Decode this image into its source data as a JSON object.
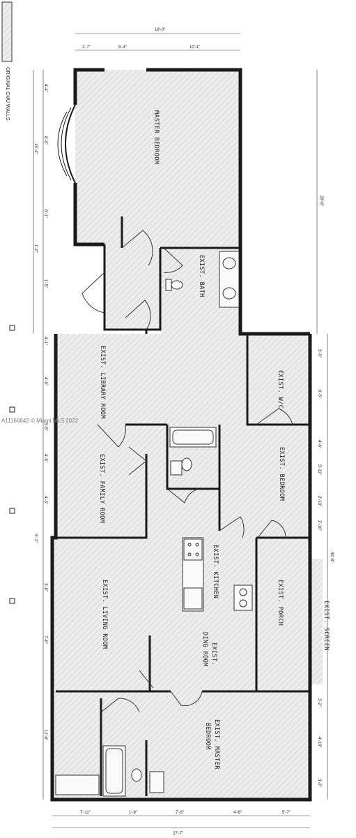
{
  "legend": {
    "text": "ORIGINAL CMU WALLS"
  },
  "watermark": "A11166842 © Miami MLS 2022",
  "rooms": {
    "master_bedroom": "MASTER BEDROOM",
    "exist_bath": "EXIST. BATH",
    "library": "EXIST. LIBRARY ROOM",
    "wic": "EXIST. W/C",
    "family": "EXIST. FAMILY ROOM",
    "bedroom": "EXIST. BEDROOM",
    "kitchen": "EXIST. KITCHEN",
    "porch": "EXIST. PORCH",
    "living": "EXIST. LIVING ROOM",
    "dining": [
      "EXIST.",
      "DING ROOM"
    ],
    "screen": "EXIST. SCREEN",
    "master2": [
      "EXIST. MASTER",
      "BEDROOM"
    ]
  },
  "dims": {
    "top_total": "18'-0\"",
    "top": [
      "2'-7\"",
      "5'-4\"",
      "10'-1\""
    ],
    "right_top": "28'-6\"",
    "right_mid": "49'-8\"",
    "right": [
      "3'-0\"",
      "6'-5\"",
      "4'-6\"",
      "3'-11\"",
      "2'-10\"",
      "2'-10\"",
      "3'-2\"",
      "4'-10\"",
      "3'-2\""
    ],
    "left": [
      "4'-4\"",
      "8'-0\"",
      "15'-4\"",
      "6'-1\"",
      "1'-0\"",
      "1'-5\"",
      "4'-1\"",
      "4'-9\"",
      "5'-5\"",
      "4'-8\"",
      "4'-3\"",
      "5'-1\"",
      "3'-8\"",
      "7'-6\"",
      "12'-6\""
    ],
    "bottom": [
      "7'-11\"",
      "1'-9\"",
      "7'-8\"",
      "4'-6\"",
      "5'-7\""
    ],
    "bottom_total": "27'-7\""
  }
}
